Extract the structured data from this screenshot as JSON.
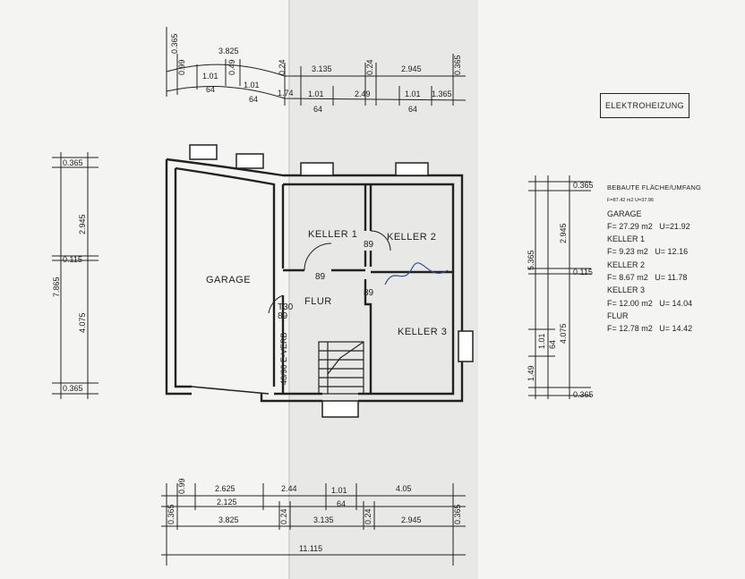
{
  "header_label": "ELEKTROHEIZUNG",
  "rooms": {
    "garage": "GARAGE",
    "keller1": "KELLER 1",
    "keller2": "KELLER 2",
    "keller3": "KELLER 3",
    "flur": "FLUR"
  },
  "doors": {
    "k1": "89",
    "k2": "89",
    "flur_top": "89",
    "k3": "89",
    "flur_left_top": "T30",
    "flur_left_bottom": "89",
    "stair": "48/90 E-VERB"
  },
  "top_dims": {
    "row1": [
      "0.365",
      "3.825",
      "0.24",
      "3.135",
      "0.24",
      "2.945",
      "0.365"
    ],
    "row2": [
      "0.99",
      "1.01",
      "0.49",
      "1.01",
      "1.74",
      "1.01",
      "2.49",
      "1.01",
      "1.365"
    ],
    "row2_sub": [
      "64",
      "64",
      "64",
      "64"
    ]
  },
  "bottom_dims": {
    "row1": [
      "0.99",
      "2.625",
      "2.44",
      "1.01",
      "4.05"
    ],
    "row1_sub": [
      "2.125",
      "64"
    ],
    "row2": [
      "0.365",
      "3.825",
      "0.24",
      "3.135",
      "0.24",
      "2.945",
      "0.365"
    ],
    "total": "11.115"
  },
  "left_dims": [
    "0.365",
    "2.945",
    "0.115",
    "7.865",
    "4.075",
    "0.365"
  ],
  "right_dims": [
    "0.365",
    "2.945",
    "5.365",
    "0.115",
    "4.075",
    "1.01",
    "64",
    "1.49",
    "0.365"
  ],
  "legend": {
    "title": "BEBAUTE FLÄCHE/UMFANG",
    "subtitle": "F=87.42 m2 U=37.96",
    "entries": [
      {
        "name": "GARAGE",
        "area": "F= 27.29 m2",
        "perimeter": "U=21.92"
      },
      {
        "name": "KELLER 1",
        "area": "F= 9.23 m2",
        "perimeter": "U= 12.16"
      },
      {
        "name": "KELLER 2",
        "area": "F= 8.67 m2",
        "perimeter": "U= 11.78"
      },
      {
        "name": "KELLER 3",
        "area": "F= 12.00 m2",
        "perimeter": "U= 14.04"
      },
      {
        "name": "FLUR",
        "area": "F= 12.78 m2",
        "perimeter": "U= 14.42"
      }
    ]
  },
  "colors": {
    "ink": "#222222",
    "paper_light": "#f4f4f2",
    "paper_band": "#e6e6e4",
    "scribble": "#3a4a8a"
  }
}
